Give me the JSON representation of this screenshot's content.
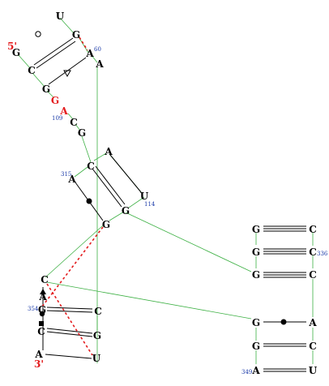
{
  "colors": {
    "backbone": "#3cb043",
    "base": "#000000",
    "highlight": "#e31a1c",
    "number": "#1a3aa8",
    "dashed_pair": "#e31a1c"
  },
  "nucleotides": [
    {
      "id": "u_top",
      "label": "U",
      "color": "base"
    },
    {
      "id": "g_top",
      "label": "G",
      "color": "base"
    },
    {
      "id": "a60",
      "label": "A",
      "color": "base"
    },
    {
      "id": "a_r",
      "label": "A",
      "color": "base"
    },
    {
      "id": "g5",
      "label": "G",
      "color": "base"
    },
    {
      "id": "c_l",
      "label": "C",
      "color": "base"
    },
    {
      "id": "g_l2",
      "label": "G",
      "color": "base"
    },
    {
      "id": "g_red",
      "label": "G",
      "color": "highlight"
    },
    {
      "id": "a109",
      "label": "A",
      "color": "highlight"
    },
    {
      "id": "c_m",
      "label": "C",
      "color": "base"
    },
    {
      "id": "g_m",
      "label": "G",
      "color": "base"
    },
    {
      "id": "a_m",
      "label": "A",
      "color": "base"
    },
    {
      "id": "c_m2",
      "label": "C",
      "color": "base"
    },
    {
      "id": "a315",
      "label": "A",
      "color": "base"
    },
    {
      "id": "u114",
      "label": "U",
      "color": "base"
    },
    {
      "id": "g_m2",
      "label": "G",
      "color": "base"
    },
    {
      "id": "g_m3",
      "label": "G",
      "color": "base"
    },
    {
      "id": "c_b",
      "label": "C",
      "color": "base"
    },
    {
      "id": "a_b",
      "label": "A",
      "color": "base"
    },
    {
      "id": "g354",
      "label": "G",
      "color": "base"
    },
    {
      "id": "c_b2",
      "label": "C",
      "color": "base"
    },
    {
      "id": "c_b3",
      "label": "C",
      "color": "base"
    },
    {
      "id": "g_b",
      "label": "G",
      "color": "base"
    },
    {
      "id": "a_b3",
      "label": "A",
      "color": "base"
    },
    {
      "id": "u_b",
      "label": "U",
      "color": "base"
    },
    {
      "id": "g_r1",
      "label": "G",
      "color": "base"
    },
    {
      "id": "c_r1",
      "label": "C",
      "color": "base"
    },
    {
      "id": "g_r2",
      "label": "G",
      "color": "base"
    },
    {
      "id": "c336",
      "label": "C",
      "color": "base"
    },
    {
      "id": "g_r3",
      "label": "G",
      "color": "base"
    },
    {
      "id": "c_r3",
      "label": "C",
      "color": "base"
    },
    {
      "id": "g_r4",
      "label": "G",
      "color": "base"
    },
    {
      "id": "a_r4",
      "label": "A",
      "color": "base"
    },
    {
      "id": "g_r5",
      "label": "G",
      "color": "base"
    },
    {
      "id": "c_r5",
      "label": "C",
      "color": "base"
    },
    {
      "id": "a349",
      "label": "A",
      "color": "base"
    },
    {
      "id": "u_r6",
      "label": "U",
      "color": "base"
    }
  ],
  "end_labels": [
    {
      "id": "five_prime",
      "text": "5'"
    },
    {
      "id": "three_prime",
      "text": "3'"
    }
  ],
  "position_numbers": [
    {
      "id": "n60",
      "text": "60"
    },
    {
      "id": "n109",
      "text": "109"
    },
    {
      "id": "n315",
      "text": "315"
    },
    {
      "id": "n114",
      "text": "114"
    },
    {
      "id": "n354",
      "text": "354"
    },
    {
      "id": "n336",
      "text": "336"
    },
    {
      "id": "n349",
      "text": "349"
    }
  ]
}
